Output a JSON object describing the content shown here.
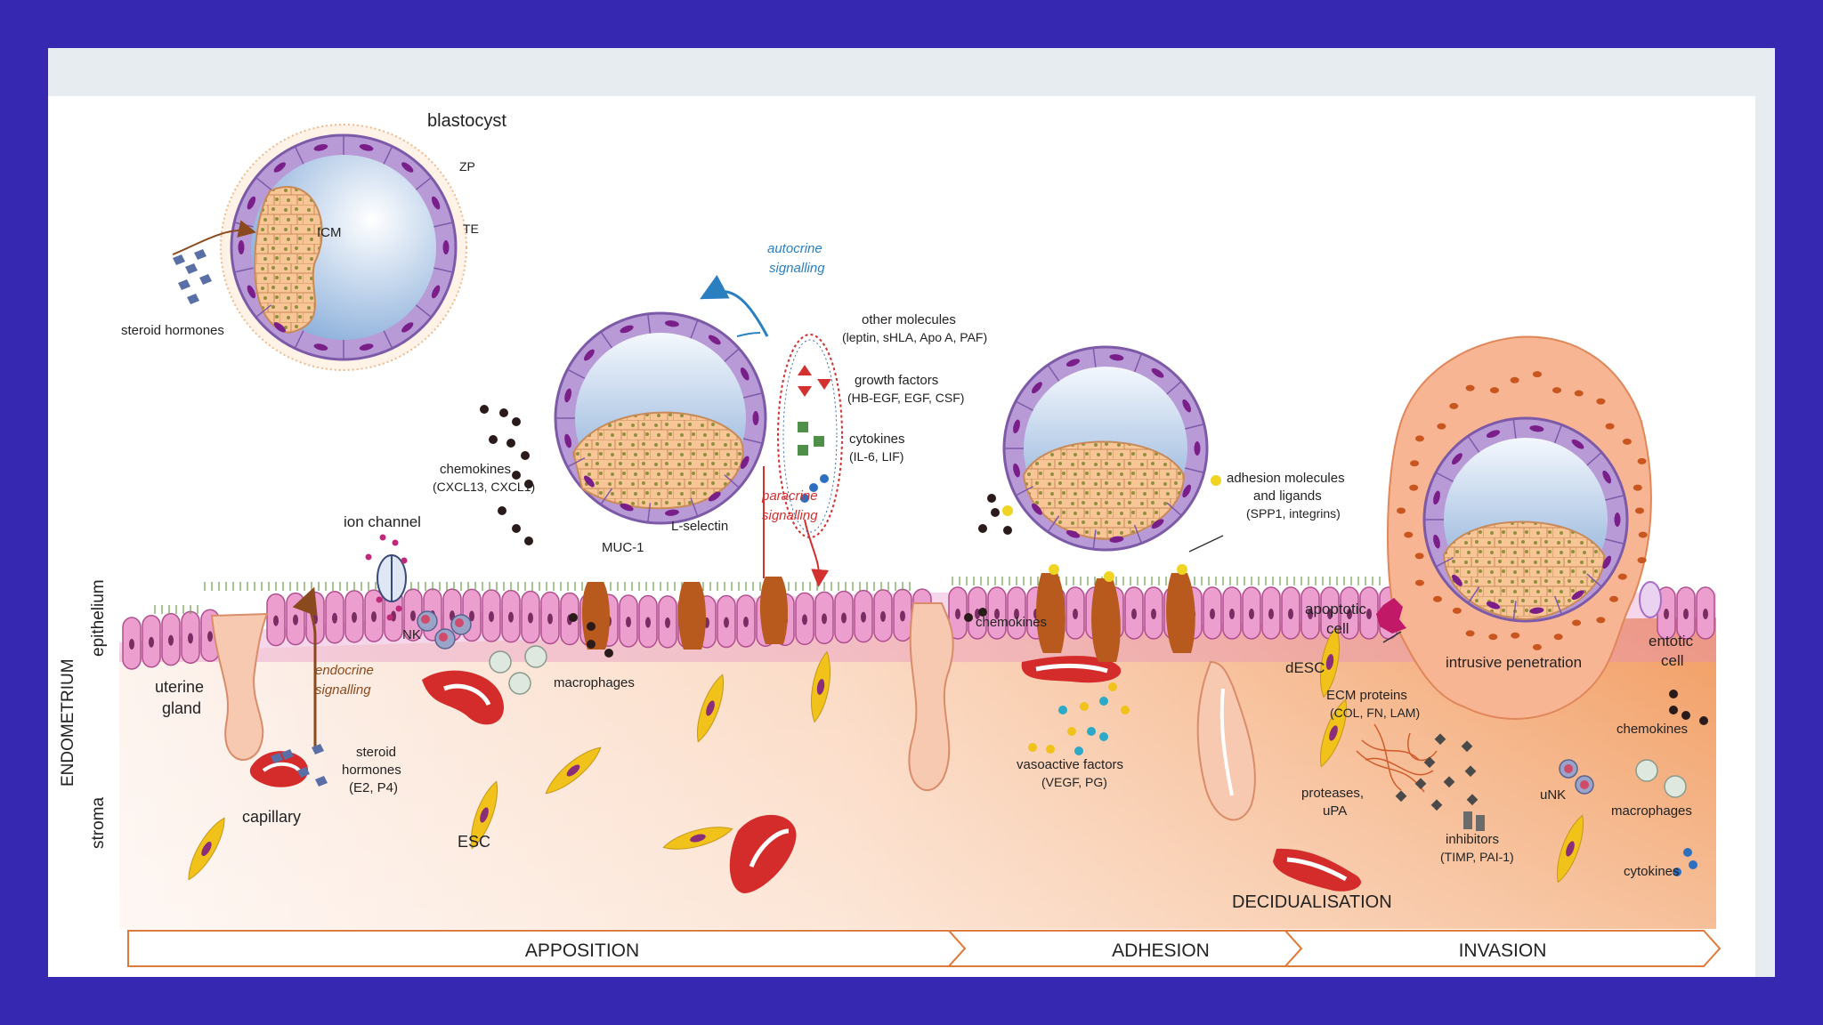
{
  "labels": {
    "blastocyst": "blastocyst",
    "zp": "ZP",
    "te": "TE",
    "icm": "ICM",
    "steroid_hormones_top": "steroid hormones",
    "autocrine_1": "autocrine",
    "autocrine_2": "signalling",
    "other_molecules_1": "other molecules",
    "other_molecules_2": "(leptin, sHLA, Apo A, PAF)",
    "growth_factors_1": "growth factors",
    "growth_factors_2": "(HB-EGF, EGF, CSF)",
    "cytokines_1": "cytokines",
    "cytokines_2": "(IL-6, LIF)",
    "paracrine_1": "paracrine",
    "paracrine_2": "signalling",
    "chemokines_1": "chemokines",
    "chemokines_2": "(CXCL13, CXCL1)",
    "l_selectin": "L-selectin",
    "muc1": "MUC-1",
    "ion_channel": "ion channel",
    "nk": "NK",
    "macrophages_left": "macrophages",
    "uterine_gland_1": "uterine",
    "uterine_gland_2": "gland",
    "endocrine_1": "endocrine",
    "endocrine_2": "signalling",
    "steroid_hormones_bottom_1": "steroid",
    "steroid_hormones_bottom_2": "hormones",
    "steroid_hormones_bottom_3": "(E2, P4)",
    "capillary": "capillary",
    "esc": "ESC",
    "adhesion_molecules_1": "adhesion molecules",
    "adhesion_molecules_2": "and ligands",
    "adhesion_molecules_3": "(SPP1, integrins)",
    "chemokines_mid": "chemokines",
    "vasoactive_1": "vasoactive factors",
    "vasoactive_2": "(VEGF, PG)",
    "apoptotic_1": "apoptotic",
    "apoptotic_2": "cell",
    "desc": "dESC",
    "intrusive": "intrusive penetration",
    "entotic_1": "entotic",
    "entotic_2": "cell",
    "ecm_1": "ECM proteins",
    "ecm_2": "(COL, FN, LAM)",
    "chemokines_right": "chemokines",
    "proteases_1": "proteases,",
    "proteases_2": "uPA",
    "unk": "uNK",
    "macrophages_right": "macrophages",
    "inhibitors_1": "inhibitors",
    "inhibitors_2": "(TIMP, PAI-1)",
    "cytokines_right": "cytokines",
    "decidualisation": "DECIDUALISATION",
    "endometrium": "ENDOMETRIUM",
    "epithelium": "epithelium",
    "stroma": "stroma"
  },
  "stages": [
    "APPOSITION",
    "ADHESION",
    "INVASION"
  ],
  "colors": {
    "background_frame": "#3728b2",
    "trophectoderm": "#b89ad6",
    "icm_cells": "#f6c79a",
    "epithelial_cells": "#ec9fce",
    "stroma_start": "#fdf1ea",
    "stroma_end": "#f2a06a",
    "capillary": "#d42b2b",
    "mucin": "#b8591e",
    "arrow_autocrine": "#2a7fc1",
    "arrow_paracrine": "#d33030"
  }
}
